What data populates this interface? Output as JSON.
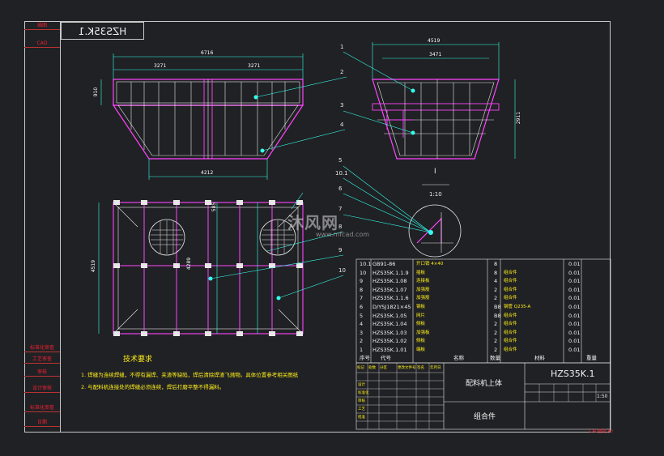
{
  "drawing_code_mirrored": "HZS35K.1",
  "sidebar_labels": [
    "描图",
    "CAD"
  ],
  "sidebar_bottom_labels": [
    "标准化审查",
    "工艺审查",
    "审核",
    "设计审核",
    "标准化审查",
    "日期"
  ],
  "top_view": {
    "overall_width": "6716",
    "left_half": "3271",
    "right_half": "3271",
    "bottom_width": "4212",
    "side_height": "910"
  },
  "side_view": {
    "overall_width": "4519",
    "top_width": "3471",
    "height": "2911"
  },
  "plan_view": {
    "width": "4519",
    "small_dim": "585",
    "center_dim": "4289"
  },
  "detail_label": "I",
  "detail_scale": "1:10",
  "balloons": [
    "1",
    "2",
    "3",
    "4",
    "5",
    "10.1",
    "6",
    "7",
    "8",
    "9",
    "10"
  ],
  "tech_title": "技术要求",
  "tech_notes": [
    "1. 焊缝为连续焊缝，不得有漏焊、夹渣等缺陷，焊后清除焊渣飞溅物。具体位置参考相关图纸",
    "2. 与配料机连接处的焊缝必须连续，焊后打磨平整不得漏料。"
  ],
  "bom": [
    {
      "no": "10.1",
      "code": "GB91-86",
      "name": "开口销 4×40",
      "qty": "8",
      "mat": "",
      "wt": "0.01"
    },
    {
      "no": "10",
      "code": "HZS35K.1.1.9",
      "name": "插板",
      "qty": "8",
      "mat": "组合件",
      "wt": "0.01"
    },
    {
      "no": "9",
      "code": "HZS35K.1.08",
      "name": "连接板",
      "qty": "4",
      "mat": "组合件",
      "wt": "0.01"
    },
    {
      "no": "8",
      "code": "HZS35K.1.07",
      "name": "加强筋",
      "qty": "2",
      "mat": "组合件",
      "wt": "0.01"
    },
    {
      "no": "7",
      "code": "HZS35K.1.1.6",
      "name": "加强筋",
      "qty": "2",
      "mat": "组合件",
      "wt": "0.01"
    },
    {
      "no": "6",
      "code": "D/YSJ1821×45",
      "name": "钢板",
      "qty": "B8",
      "mat": "钢管 Q235-A",
      "wt": "0.01"
    },
    {
      "no": "5",
      "code": "HZS35K.1.05",
      "name": "网片",
      "qty": "B8",
      "mat": "组合件",
      "wt": "0.01"
    },
    {
      "no": "4",
      "code": "HZS35K.1.04",
      "name": "侧板",
      "qty": "2",
      "mat": "组合件",
      "wt": "0.01"
    },
    {
      "no": "3",
      "code": "HZS35K.1.03",
      "name": "加强板",
      "qty": "2",
      "mat": "组合件",
      "wt": "0.01"
    },
    {
      "no": "2",
      "code": "HZS35K.1.02",
      "name": "侧板",
      "qty": "2",
      "mat": "组合件",
      "wt": "0.01"
    },
    {
      "no": "1",
      "code": "HZS35K.1.01",
      "name": "端板",
      "qty": "2",
      "mat": "组合件",
      "wt": "0.01"
    }
  ],
  "bom_header": {
    "no": "序号",
    "code": "代号",
    "name": "名称",
    "qty": "数量",
    "mat": "材料",
    "wt": "重量"
  },
  "title_block": {
    "part_name": "配料机上体",
    "drawing_no": "HZS35K.1",
    "type": "组合件",
    "scale_value": "1:50",
    "small_labels": [
      "标记",
      "处数",
      "分区",
      "更改文件号",
      "签名",
      "年月日",
      "设计",
      "标准化",
      "审核",
      "工艺",
      "批准"
    ]
  },
  "watermark": {
    "brand": "沐风网",
    "url": "www.mfcad.com"
  },
  "footer_code": "CAD图纸 A3"
}
